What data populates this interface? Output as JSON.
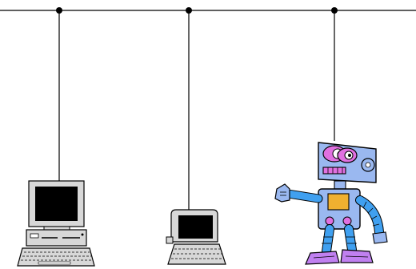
{
  "diagram": {
    "kind": "network bus topology",
    "nodes": [
      {
        "name": "desktop-computer",
        "icon": "desktop-computer-icon"
      },
      {
        "name": "terminal-computer",
        "icon": "terminal-computer-icon"
      },
      {
        "name": "robot",
        "icon": "robot-icon"
      }
    ],
    "colors": {
      "line": "#000000",
      "screen": "#000000",
      "monitor_body": "#d8d8d8",
      "robot_body": "#9ab8f0",
      "robot_accent": "#e070e0",
      "robot_panel": "#f0b030",
      "robot_arm": "#40a0f0"
    }
  }
}
